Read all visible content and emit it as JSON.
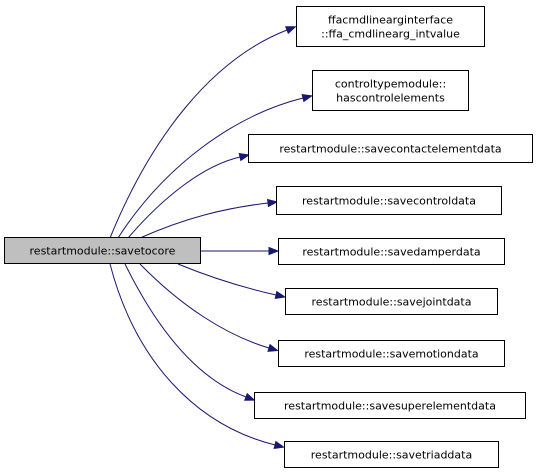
{
  "source": {
    "label": "restartmodule::savetocore",
    "fill": "#bfbfbf"
  },
  "callees": [
    {
      "lines": [
        "ffacmdlinearginterface",
        "::ffa_cmdlinearg_intvalue"
      ]
    },
    {
      "lines": [
        "controltypemodule::",
        "hascontrolelements"
      ]
    },
    {
      "lines": [
        "restartmodule::savecontactelementdata"
      ]
    },
    {
      "lines": [
        "restartmodule::savecontroldata"
      ]
    },
    {
      "lines": [
        "restartmodule::savedamperdata"
      ]
    },
    {
      "lines": [
        "restartmodule::savejointdata"
      ]
    },
    {
      "lines": [
        "restartmodule::savemotiondata"
      ]
    },
    {
      "lines": [
        "restartmodule::savesuperelementdata"
      ]
    },
    {
      "lines": [
        "restartmodule::savetriaddata"
      ]
    }
  ],
  "colors": {
    "edge": "#191970",
    "node_fill": "#ffffff",
    "node_border": "#000000"
  }
}
